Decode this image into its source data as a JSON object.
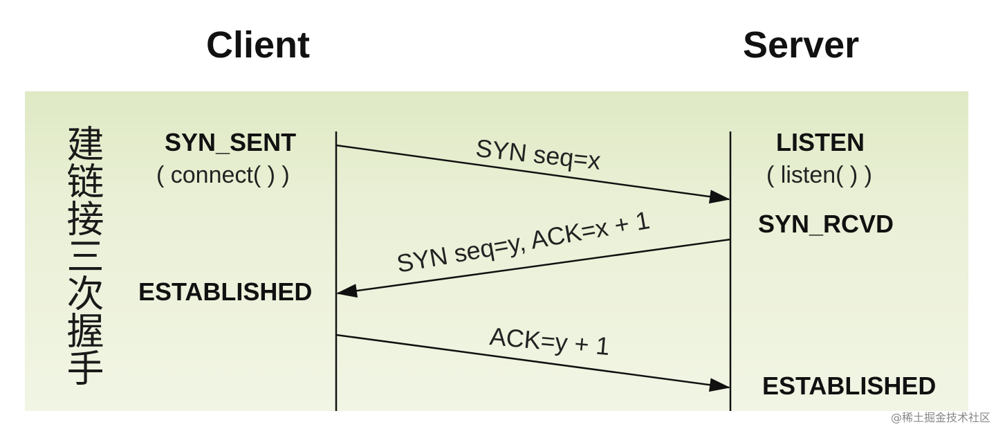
{
  "headers": {
    "client": "Client",
    "server": "Server"
  },
  "side_label": "建链接三次握手",
  "client_states": {
    "syn_sent": "SYN_SENT",
    "connect_call": "( connect( ) )",
    "established": "ESTABLISHED"
  },
  "server_states": {
    "listen": "LISTEN",
    "listen_call": "( listen( ) )",
    "syn_rcvd": "SYN_RCVD",
    "established": "ESTABLISHED"
  },
  "messages": {
    "syn": "SYN seq=x",
    "syn_ack": "SYN seq=y, ACK=x + 1",
    "ack": "ACK=y + 1"
  },
  "watermark": "@稀土掘金技术社区",
  "colors": {
    "panel_top": "#dfe9c4",
    "panel_bottom": "#f1f5e4",
    "line": "#111111"
  }
}
